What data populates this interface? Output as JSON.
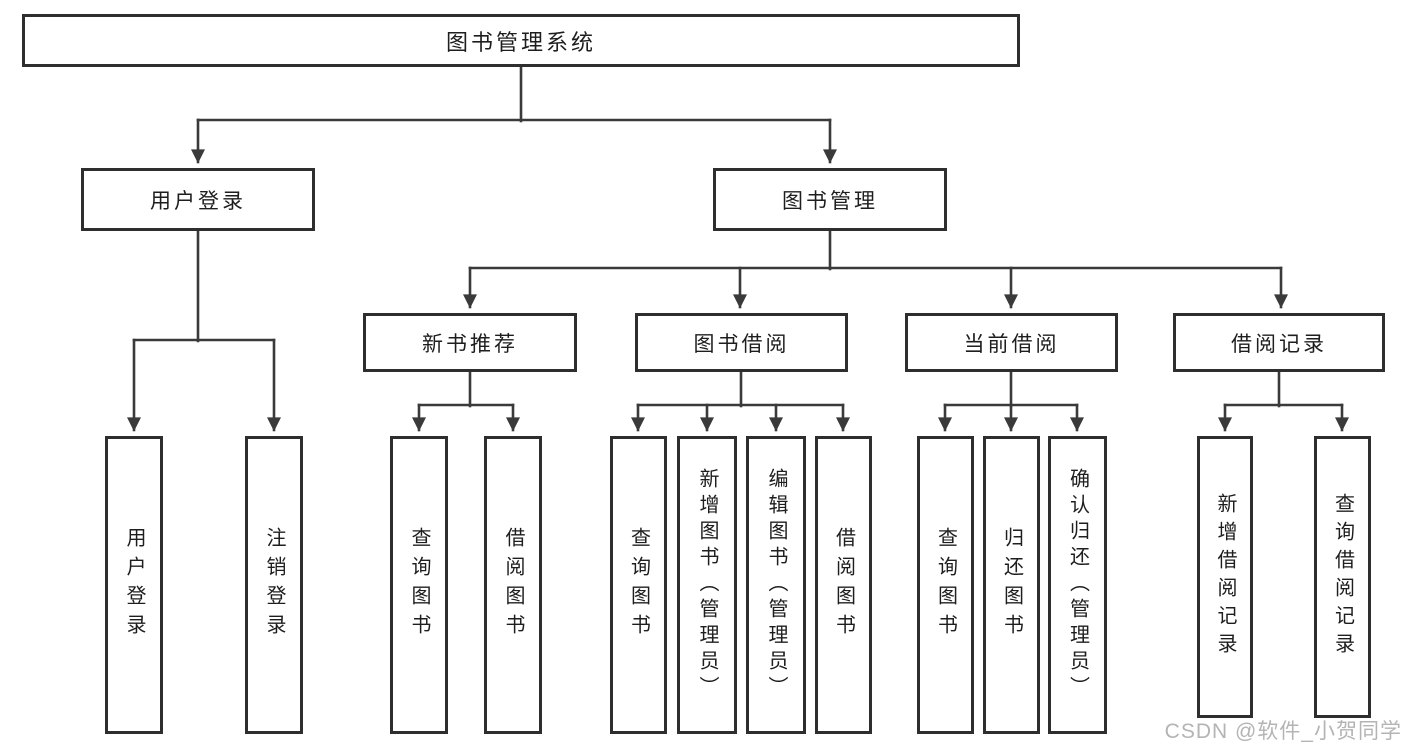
{
  "diagram": {
    "type": "hierarchy-tree",
    "root": {
      "label": "图书管理系统",
      "children": [
        {
          "label": "用户登录",
          "children": [
            {
              "label": "用户登录"
            },
            {
              "label": "注销登录"
            }
          ]
        },
        {
          "label": "图书管理",
          "children": [
            {
              "label": "新书推荐",
              "children": [
                {
                  "label": "查询图书"
                },
                {
                  "label": "借阅图书"
                }
              ]
            },
            {
              "label": "图书借阅",
              "children": [
                {
                  "label": "查询图书"
                },
                {
                  "label": "新增图书（管理员）"
                },
                {
                  "label": "编辑图书（管理员）"
                },
                {
                  "label": "借阅图书"
                }
              ]
            },
            {
              "label": "当前借阅",
              "children": [
                {
                  "label": "查询图书"
                },
                {
                  "label": "归还图书"
                },
                {
                  "label": "确认归还（管理员）"
                }
              ]
            },
            {
              "label": "借阅记录",
              "children": [
                {
                  "label": "新增借阅记录"
                },
                {
                  "label": "查询借阅记录"
                }
              ]
            }
          ]
        }
      ]
    }
  },
  "watermark": {
    "text": "CSDN @软件_小贺同学"
  },
  "colors": {
    "line": "#3a3a3a",
    "border": "#2e2e2e",
    "text": "#1e1e1e",
    "background": "#ffffff",
    "watermark": "#b4b4b4"
  }
}
